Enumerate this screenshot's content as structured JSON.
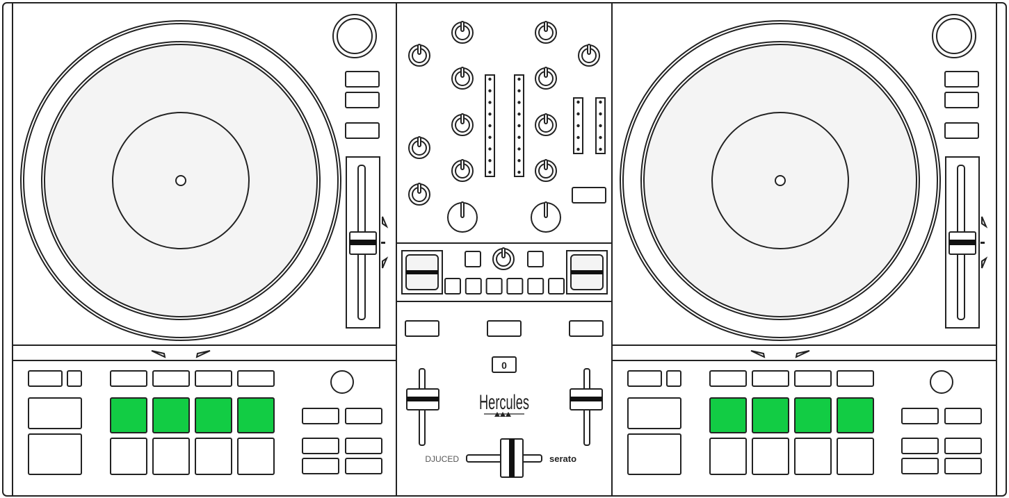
{
  "device": {
    "brand_logo": "Hercules",
    "display_value": "0",
    "left_software_label": "DJUCED",
    "right_software_label": "serato"
  },
  "colors": {
    "pad_active": "#12cc44",
    "line": "#222222",
    "platter": "#f4f4f4"
  },
  "decks": [
    {
      "name": "left",
      "active_pad_row": 1,
      "pads_per_row": 4
    },
    {
      "name": "right",
      "active_pad_row": 1,
      "pads_per_row": 4
    }
  ]
}
